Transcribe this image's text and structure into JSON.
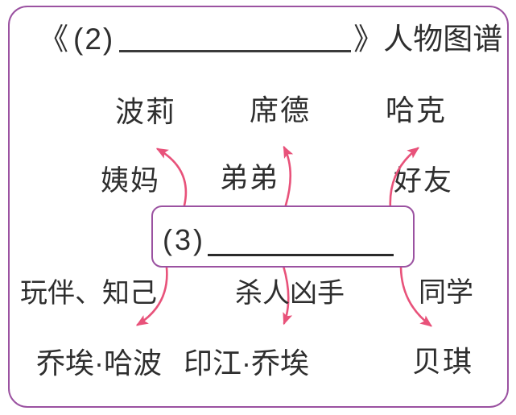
{
  "colors": {
    "frame_border": "#9b52a1",
    "center_box_border": "#9b52a1",
    "arrow": "#e8527a",
    "text": "#2e2e2e",
    "blank_line": "#3a3a3a"
  },
  "header": {
    "open_quote": "《",
    "blank_label": "(2)",
    "close_quote": "》",
    "title_suffix": "人物图谱"
  },
  "top_row": {
    "names": [
      "波莉",
      "席德",
      "哈克"
    ]
  },
  "relation_row": {
    "labels": [
      "姨妈",
      "弟弟",
      "好友"
    ]
  },
  "center_box": {
    "blank_label": "(3)"
  },
  "bottom_relation_row": {
    "labels": [
      "玩伴、知己",
      "杀人凶手",
      "同学"
    ]
  },
  "bottom_row": {
    "names": [
      "乔埃·哈波",
      "印江·乔埃",
      "贝琪"
    ]
  },
  "icons": {
    "arrows": [
      "curved-arrow-up-to-polly",
      "curved-arrow-up-to-sid",
      "curved-arrow-up-to-huck",
      "curved-arrow-down-to-joe-harper",
      "curved-arrow-down-to-injun-joe",
      "curved-arrow-down-to-becky"
    ]
  }
}
